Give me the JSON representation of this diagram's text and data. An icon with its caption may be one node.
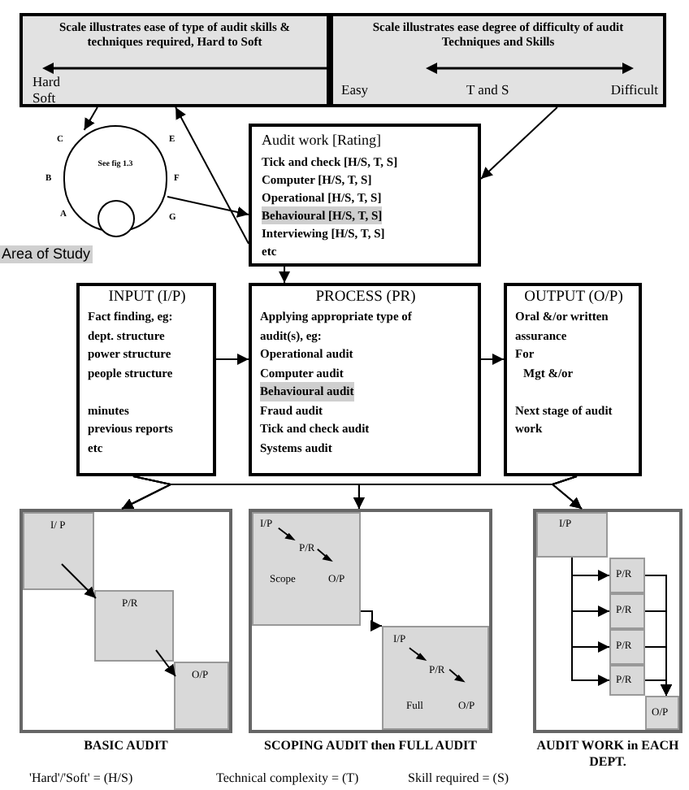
{
  "diagram": {
    "nodes": [
      {
        "text": [
          "Scale illustrates ease of type of audit skills & techniques required, Hard to Soft",
          "Hard",
          "Soft"
        ]
      },
      {
        "text": [
          "Scale illustrates ease degree of difficulty of audit Techniques and Skills",
          "Easy",
          "T and S",
          "Difficult"
        ]
      },
      {
        "text": [
          "See fig 1.3"
        ],
        "beside": [
          "C",
          "E",
          "B",
          "F",
          "A",
          "G",
          "Area of Study"
        ]
      },
      {
        "text": [
          "Audit work [Rating]",
          "Tick and check [H/S, T, S]",
          "Computer [H/S, T, S]",
          "Operational [H/S, T, S]",
          "Behavioural [H/S, T, S]",
          "Interviewing [H/S, T, S]",
          "etc"
        ]
      },
      {
        "text": [
          "INPUT (I/P)",
          "Fact finding, eg:",
          "dept. structure",
          "power structure",
          "people structure",
          "minutes",
          "previous reports",
          "etc"
        ]
      },
      {
        "text": [
          "PROCESS (PR)",
          "Applying appropriate type of audit(s), eg:",
          "Operational audit",
          "Computer audit",
          "Behavioural audit",
          "Fraud audit",
          "Tick and check audit",
          "Systems audit"
        ]
      },
      {
        "text": [
          "OUTPUT (O/P)",
          "Oral &/or written assurance",
          "For",
          "Mgt &/or",
          "Next stage of audit work"
        ]
      },
      {
        "text": [],
        "shape": "box",
        "beside": [
          "BASIC AUDIT"
        ]
      },
      {
        "text": [
          "I/ P"
        ],
        "in": 7
      },
      {
        "text": [
          "P/R"
        ],
        "in": 7
      },
      {
        "text": [
          "O/P"
        ],
        "in": 7
      },
      {
        "text": [],
        "shape": "box",
        "beside": [
          "SCOPING AUDIT then FULL AUDIT"
        ]
      },
      {
        "text": [
          "I/P",
          "P/R",
          "Scope",
          "O/P"
        ],
        "in": 11
      },
      {
        "text": [
          "I/P",
          "P/R",
          "Full",
          "O/P"
        ],
        "in": 11
      },
      {
        "text": [],
        "shape": "box",
        "beside": [
          "AUDIT WORK in EACH DEPT."
        ]
      },
      {
        "text": [
          "I/P"
        ],
        "in": 14
      },
      {
        "text": [
          "P/R"
        ],
        "in": 14
      },
      {
        "text": [
          "P/R"
        ],
        "in": 14
      },
      {
        "text": [
          "P/R"
        ],
        "in": 14
      },
      {
        "text": [
          "P/R"
        ],
        "in": 14
      },
      {
        "text": [
          "O/P"
        ],
        "in": 14
      }
    ],
    "edges": [
      {
        "from": 0,
        "to": 2,
        "arrow": "to"
      },
      {
        "from": 3,
        "to": 0,
        "arrow": "to"
      },
      {
        "from": 2,
        "to": 3,
        "arrow": "to"
      },
      {
        "from": 1,
        "to": 3,
        "arrow": "to"
      },
      {
        "from": 3,
        "to": 5,
        "arrow": "to"
      },
      {
        "from": 4,
        "to": 5,
        "arrow": "to"
      },
      {
        "from": 5,
        "to": 6,
        "arrow": "to"
      },
      {
        "from": 4,
        "to": 7,
        "arrow": "to"
      },
      {
        "from": 4,
        "to": 11,
        "arrow": "to"
      },
      {
        "from": 4,
        "to": 14,
        "arrow": "to"
      },
      {
        "from": 6,
        "to": 7,
        "arrow": "to"
      },
      {
        "from": 6,
        "to": 11,
        "arrow": "to"
      },
      {
        "from": 6,
        "to": 14,
        "arrow": "to"
      },
      {
        "from": 8,
        "to": 9,
        "arrow": "to"
      },
      {
        "from": 9,
        "to": 10,
        "arrow": "to"
      },
      {
        "from": 12,
        "to": 13,
        "arrow": "to"
      },
      {
        "from": 15,
        "to": 16,
        "arrow": "to"
      },
      {
        "from": 15,
        "to": 17,
        "arrow": "to"
      },
      {
        "from": 15,
        "to": 18,
        "arrow": "to"
      },
      {
        "from": 15,
        "to": 19,
        "arrow": "to"
      },
      {
        "from": 16,
        "to": 20,
        "arrow": "to"
      },
      {
        "from": 17,
        "to": 20,
        "arrow": "to"
      },
      {
        "from": 18,
        "to": 20,
        "arrow": "to"
      },
      {
        "from": 19,
        "to": 20,
        "arrow": "to"
      }
    ],
    "labels": [
      "'Hard'/'Soft' = (H/S)",
      "Technical complexity = (T)",
      "Skill required = (S)"
    ]
  }
}
